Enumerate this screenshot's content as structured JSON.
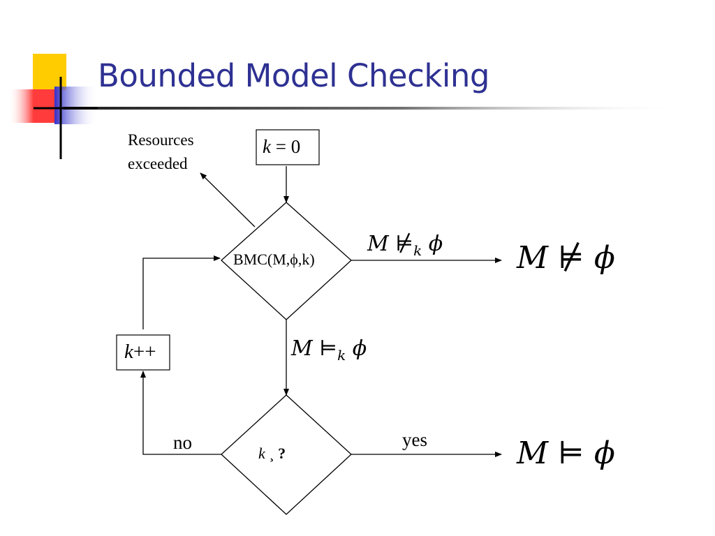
{
  "title": "Bounded Model Checking",
  "colors": {
    "title": "#2e3192",
    "accent_yellow": "#ffcc00",
    "accent_red": "#ff3333",
    "accent_blue": "#3333cc"
  },
  "diagram": {
    "resources_line1": "Resources",
    "resources_line2": "exceeded",
    "init_k": "k",
    "init_eq": " = 0",
    "bmc_text": "BMC(M,ϕ,k)",
    "not_sat_k": "M ⊭",
    "not_sat_k_sub": "k",
    "not_sat_k_phi": "ϕ",
    "sat_k": "M ⊨",
    "sat_k_sub": "k",
    "sat_k_phi": "ϕ",
    "result_not_sat": "M ⊭ ϕ",
    "result_sat": "M ⊨ ϕ",
    "inc_k": "k",
    "inc_plus": "++",
    "cond_k": "k",
    "cond_mid": " ¸ ",
    "cond_q": "?",
    "no_label": "no",
    "yes_label": "yes"
  }
}
